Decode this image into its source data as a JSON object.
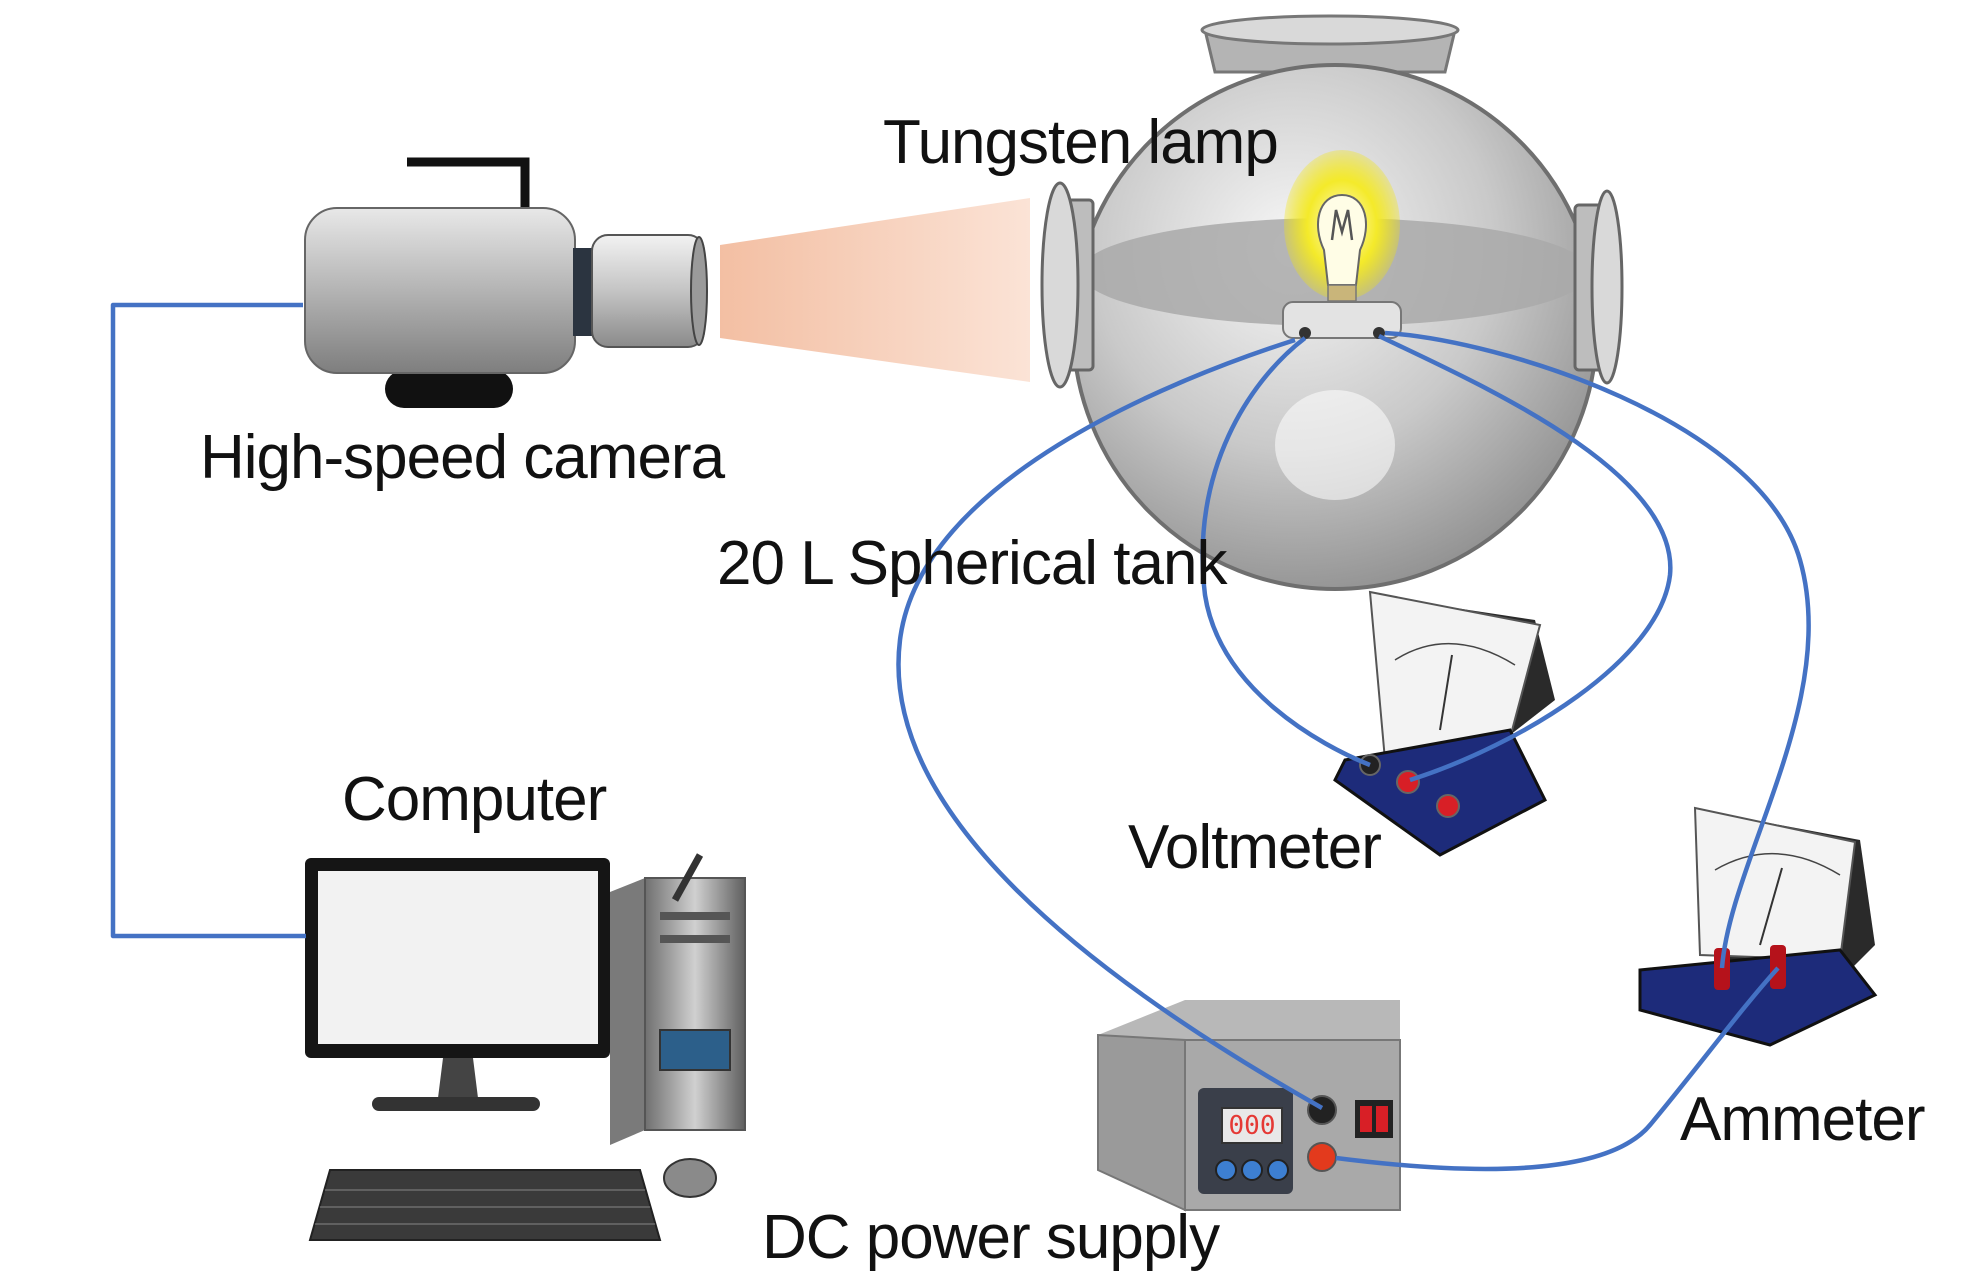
{
  "labels": {
    "camera": "High-speed camera",
    "lamp": "Tungsten lamp",
    "tank": "20 L Spherical tank",
    "computer": "Computer",
    "voltmeter": "Voltmeter",
    "ammeter": "Ammeter",
    "power_supply": "DC power supply"
  },
  "power_supply_display": "000",
  "colors": {
    "wire": "#4472c4",
    "beam": "#f4c4a8",
    "lamp_glow": "#f4e600",
    "device_gray": "#a9a9a9",
    "terminal_red": "#d81f26"
  }
}
